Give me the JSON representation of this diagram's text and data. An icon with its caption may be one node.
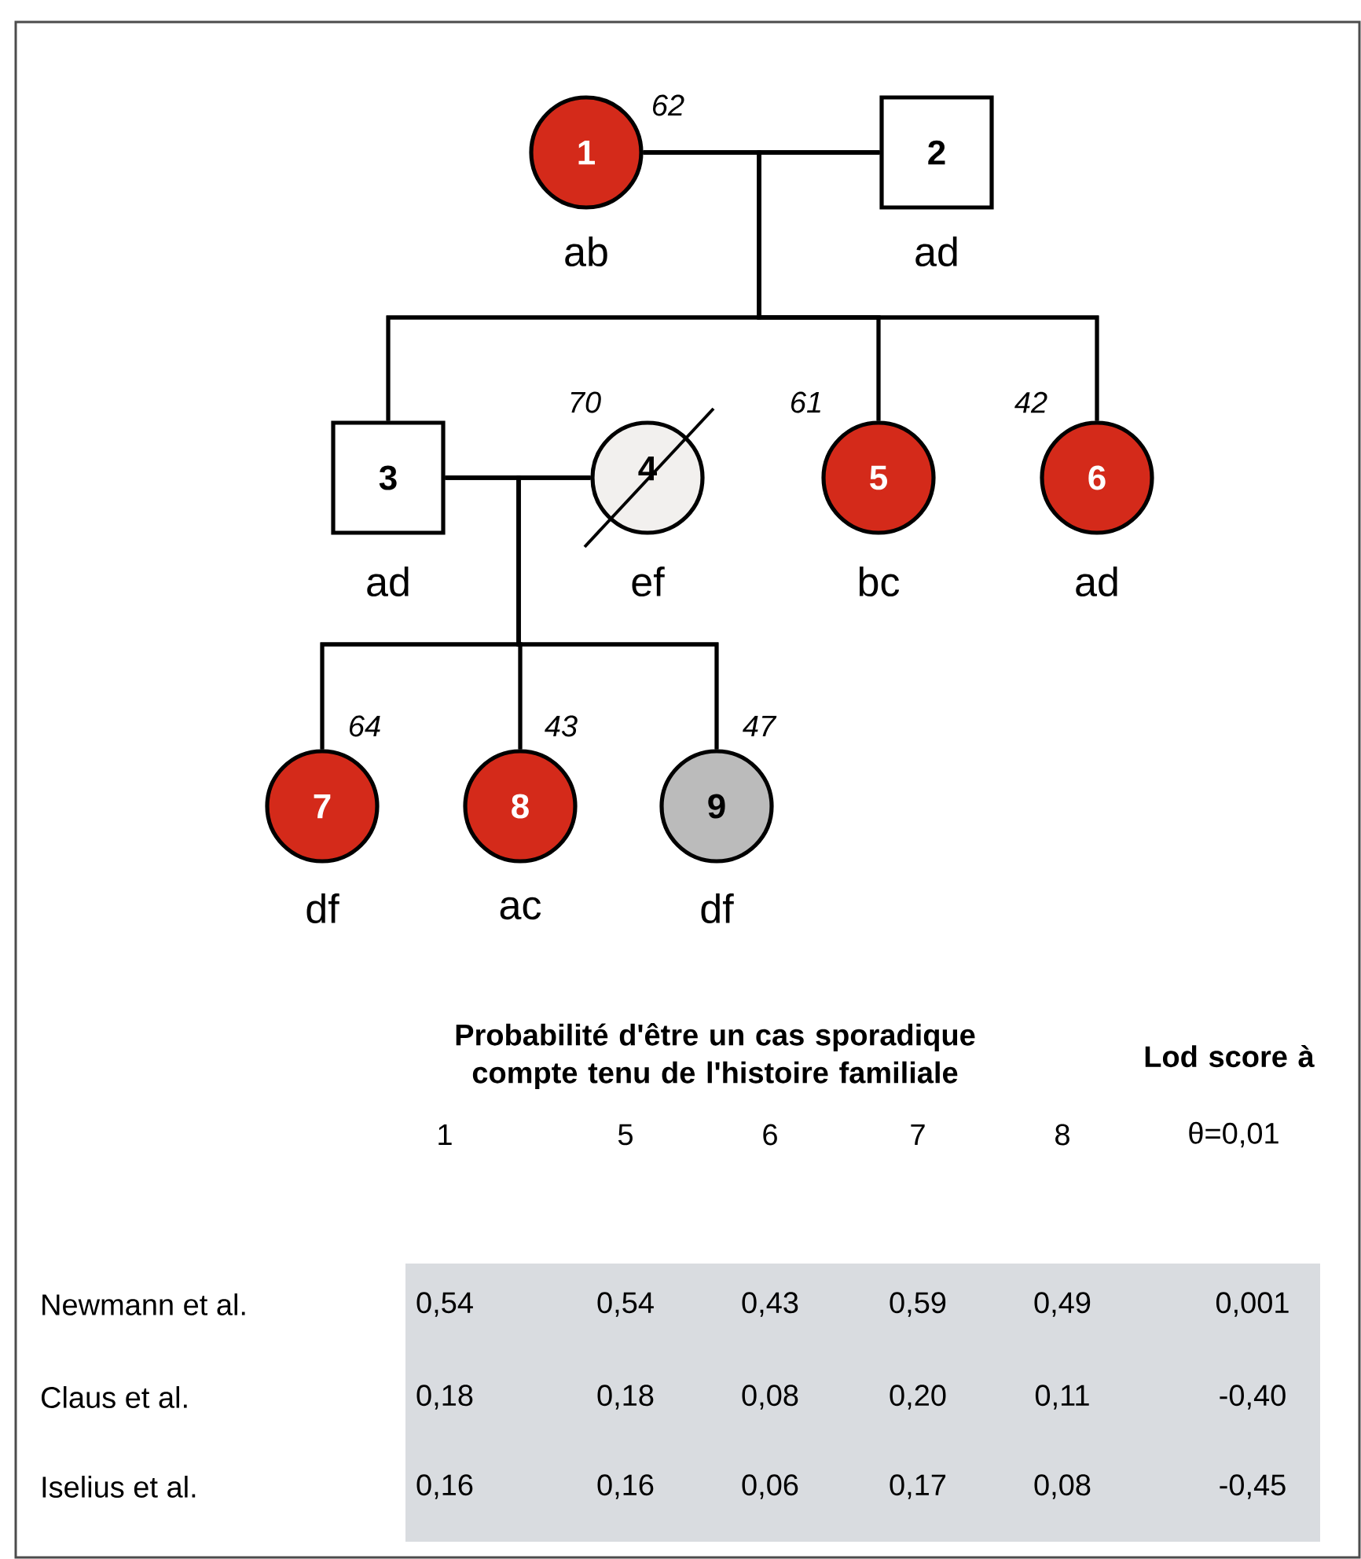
{
  "diagram": {
    "nodes": [
      {
        "text": [
          "1"
        ],
        "beside": [
          "62",
          "ab"
        ]
      },
      {
        "text": [
          "2"
        ],
        "beside": [
          "ad"
        ]
      },
      {
        "text": [
          "3"
        ],
        "beside": [
          "ad"
        ]
      },
      {
        "text": [
          "4"
        ],
        "beside": [
          "70",
          "ef"
        ]
      },
      {
        "text": [
          "5"
        ],
        "beside": [
          "61",
          "bc"
        ]
      },
      {
        "text": [
          "6"
        ],
        "beside": [
          "42",
          "ad"
        ]
      },
      {
        "text": [
          "7"
        ],
        "beside": [
          "64",
          "df"
        ]
      },
      {
        "text": [
          "8"
        ],
        "beside": [
          "43",
          "ac"
        ]
      },
      {
        "text": [
          "9"
        ],
        "beside": [
          "47",
          "df"
        ]
      }
    ],
    "edges": [
      {
        "from": 0,
        "to": 1,
        "arrow": "none"
      },
      {
        "from": 0,
        "to": 2,
        "arrow": "none"
      },
      {
        "from": 1,
        "to": 2,
        "arrow": "none"
      },
      {
        "from": 0,
        "to": 4,
        "arrow": "none"
      },
      {
        "from": 1,
        "to": 4,
        "arrow": "none"
      },
      {
        "from": 0,
        "to": 5,
        "arrow": "none"
      },
      {
        "from": 1,
        "to": 5,
        "arrow": "none"
      },
      {
        "from": 2,
        "to": 3,
        "arrow": "none"
      },
      {
        "from": 2,
        "to": 6,
        "arrow": "none"
      },
      {
        "from": 3,
        "to": 6,
        "arrow": "none"
      },
      {
        "from": 2,
        "to": 7,
        "arrow": "none"
      },
      {
        "from": 3,
        "to": 7,
        "arrow": "none"
      },
      {
        "from": 2,
        "to": 8,
        "arrow": "none"
      },
      {
        "from": 3,
        "to": 8,
        "arrow": "none"
      }
    ],
    "labels": [
      "Probabilité d'être un cas sporadique compte tenu de l'histoire familiale",
      "Lod score à",
      "1",
      "5",
      "6",
      "7",
      "8",
      "θ=0,01",
      "Newmann et al.",
      "0,54",
      "0,54",
      "0,43",
      "0,59",
      "0,49",
      "0,001",
      "Claus et al.",
      "0,18",
      "0,18",
      "0,08",
      "0,20",
      "0,11",
      "-0,40",
      "Iselius et al.",
      "0,16",
      "0,16",
      "0,06",
      "0,17",
      "0,08",
      "-0,45"
    ]
  }
}
